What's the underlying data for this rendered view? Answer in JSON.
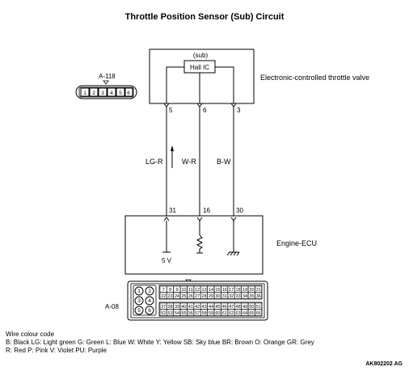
{
  "title": "Throttle Position Sensor (Sub) Circuit",
  "throttle": {
    "sub_label": "(sub)",
    "ic_label": "Hall IC",
    "name": "Electronic-controlled throttle valve",
    "pins": [
      "5",
      "6",
      "3"
    ]
  },
  "connector_a118": {
    "label": "A-118",
    "pins": [
      "1",
      "2",
      "3",
      "4",
      "5",
      "6"
    ]
  },
  "wires": [
    {
      "color": "LG-R",
      "top_pin": "5",
      "bottom_pin": "31"
    },
    {
      "color": "W-R",
      "top_pin": "6",
      "bottom_pin": "16"
    },
    {
      "color": "B-W",
      "top_pin": "3",
      "bottom_pin": "30"
    }
  ],
  "ecu": {
    "name": "Engine-ECU",
    "supply_label": "5 V"
  },
  "connector_a08": {
    "label": "A-08",
    "left_pins": [
      "1",
      "2",
      "3",
      "4",
      "5",
      "6"
    ],
    "row1": [
      "7",
      "8",
      "9",
      "10",
      "11",
      "12",
      "13",
      "14",
      "15",
      "16",
      "17",
      "18",
      "19",
      "20",
      "21"
    ],
    "row2": [
      "22",
      "23",
      "24",
      "25",
      "26",
      "27",
      "28",
      "29",
      "30",
      "31",
      "32",
      "33",
      "34",
      "35",
      "36"
    ],
    "row3": [
      "37",
      "38",
      "39",
      "40",
      "41",
      "42",
      "43",
      "44",
      "45",
      "46",
      "47",
      "48",
      "49",
      "50",
      "51"
    ],
    "row4": [
      "52",
      "53",
      "54",
      "55",
      "56",
      "57",
      "58",
      "59",
      "60",
      "61",
      "62",
      "63",
      "64",
      "65",
      "66"
    ]
  },
  "legend": {
    "heading": "Wire colour code",
    "line1": "B: Black  LG: Light green  G: Green  L: Blue  W: White  Y: Yellow  SB: Sky blue  BR: Brown  O: Orange  GR: Grey",
    "line2": "R: Red  P: Pink  V: Violet  PU: Purple"
  },
  "figure_code": "AK802202 AG"
}
